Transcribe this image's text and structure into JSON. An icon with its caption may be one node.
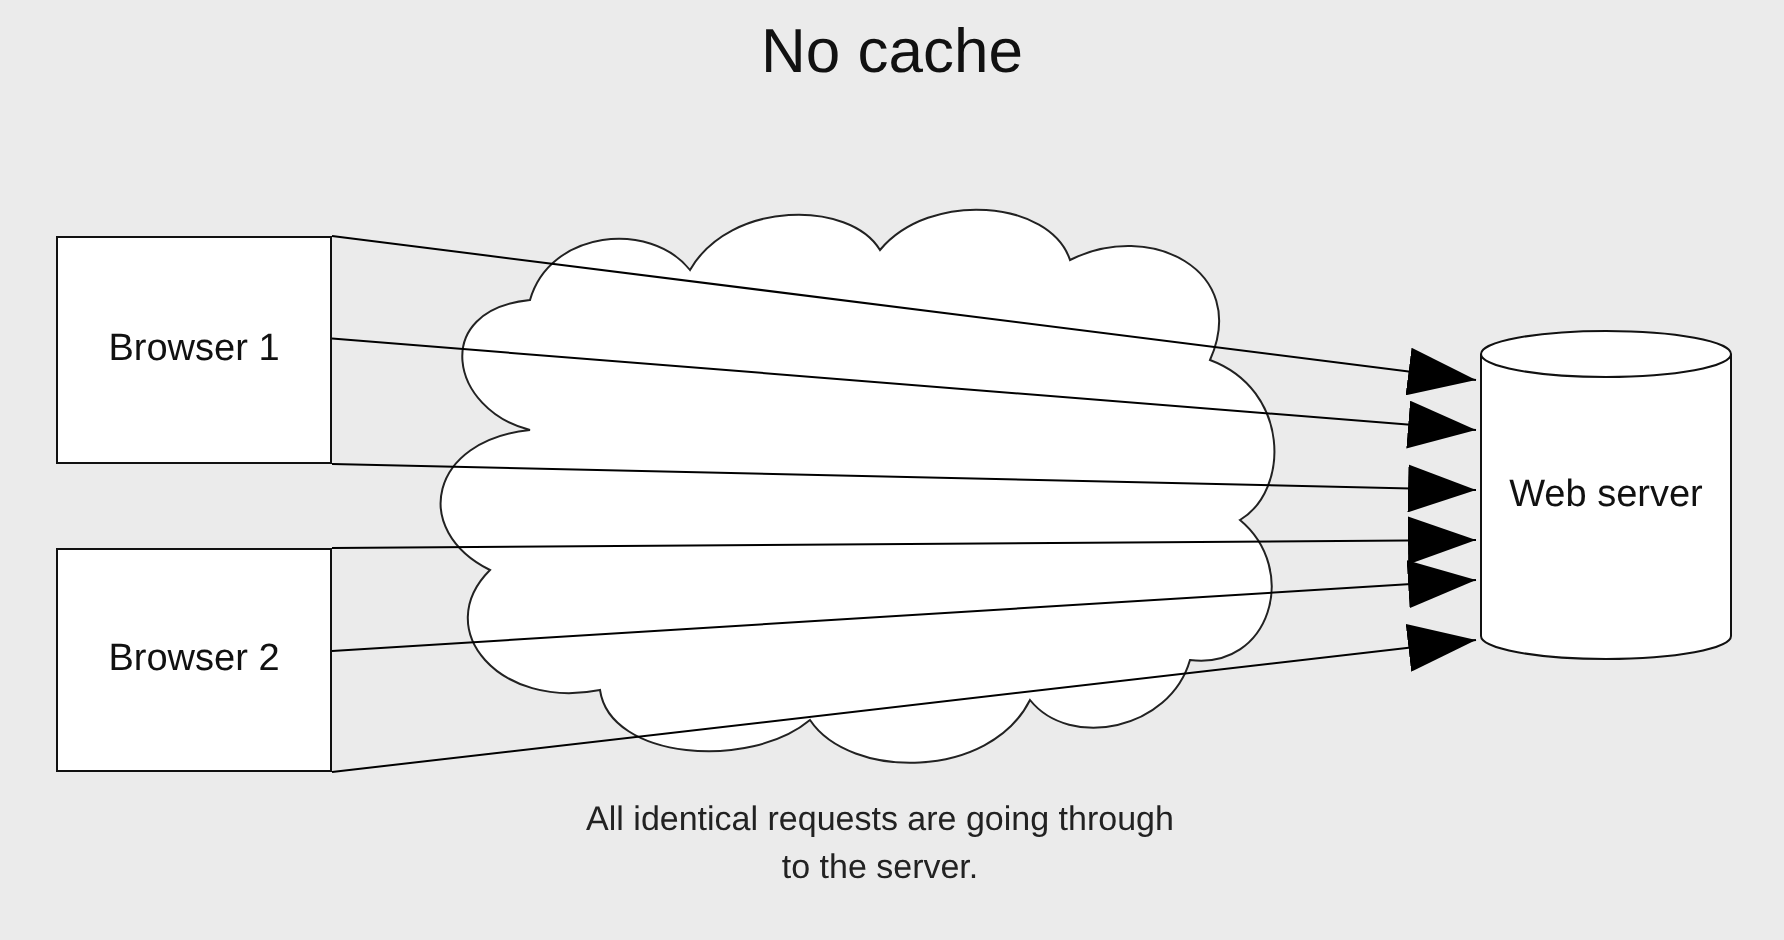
{
  "diagram": {
    "title": "No cache",
    "caption": "All identical requests are going through to the server.",
    "nodes": [
      {
        "text": [
          "Browser 1"
        ]
      },
      {
        "text": [
          "Browser 2"
        ]
      },
      {
        "text": [
          "Web server"
        ]
      }
    ],
    "edges": [
      {
        "from": 0,
        "to": 2,
        "arrow": "to"
      },
      {
        "from": 0,
        "to": 2,
        "arrow": "to"
      },
      {
        "from": 0,
        "to": 2,
        "arrow": "to"
      },
      {
        "from": 1,
        "to": 2,
        "arrow": "to"
      },
      {
        "from": 1,
        "to": 2,
        "arrow": "to"
      },
      {
        "from": 1,
        "to": 2,
        "arrow": "to"
      }
    ]
  }
}
